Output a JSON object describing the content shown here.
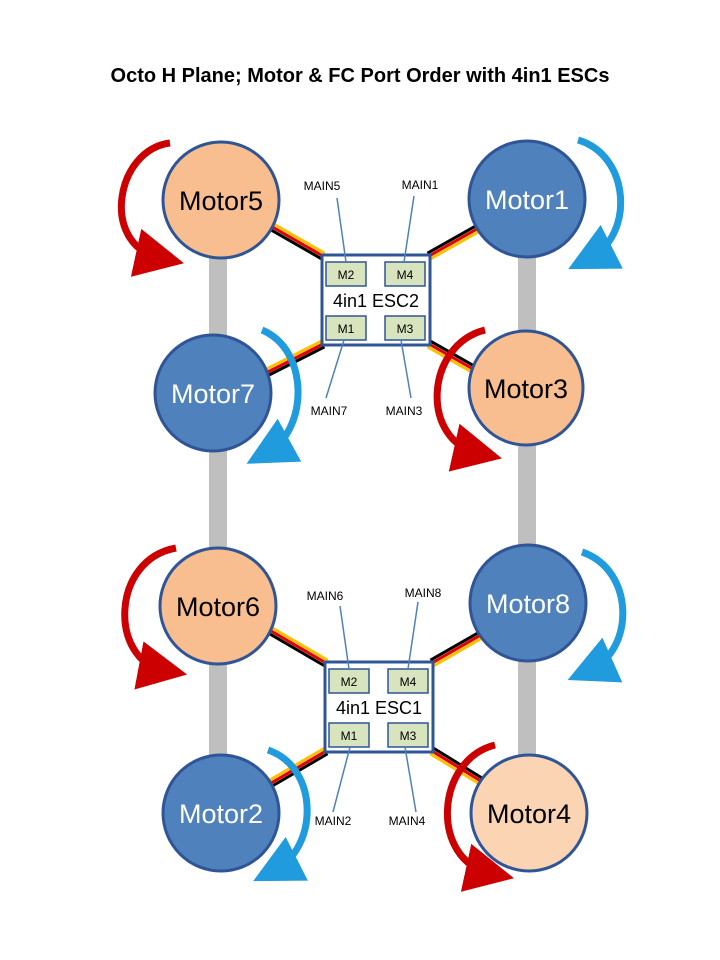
{
  "title": "Octo H Plane;  Motor & FC Port Order with 4in1 ESCs",
  "colors": {
    "cw_motor_fill": "#F9BE8F",
    "ccw_motor_fill": "#4F81BD",
    "motor4_fill": "#FAD4B3",
    "frame_bar": "#BFBFBF",
    "esc_border": "#2F5597",
    "port_fill": "#D7E4BD",
    "arrow_red": "#CC0000",
    "arrow_blue": "#1F9BDE",
    "wire_black": "#000000",
    "wire_red": "#E00000",
    "wire_yellow": "#FFC000",
    "leader_line": "#4F81BD"
  },
  "motors": [
    {
      "id": "motor5",
      "label": "Motor5",
      "type": "orange",
      "arrow": "red"
    },
    {
      "id": "motor1",
      "label": "Motor1",
      "type": "blue",
      "arrow": "blue"
    },
    {
      "id": "motor7",
      "label": "Motor7",
      "type": "blue",
      "arrow": "blue"
    },
    {
      "id": "motor3",
      "label": "Motor3",
      "type": "orange",
      "arrow": "red"
    },
    {
      "id": "motor6",
      "label": "Motor6",
      "type": "orange",
      "arrow": "red"
    },
    {
      "id": "motor8",
      "label": "Motor8",
      "type": "blue",
      "arrow": "blue"
    },
    {
      "id": "motor2",
      "label": "Motor2",
      "type": "blue",
      "arrow": "blue"
    },
    {
      "id": "motor4",
      "label": "Motor4",
      "type": "light",
      "arrow": "red"
    }
  ],
  "escs": [
    {
      "id": "esc2",
      "label": "4in1 ESC2",
      "ports": {
        "m1": "M1",
        "m2": "M2",
        "m3": "M3",
        "m4": "M4"
      },
      "mains": {
        "m1": "MAIN7",
        "m2": "MAIN5",
        "m3": "MAIN3",
        "m4": "MAIN1"
      }
    },
    {
      "id": "esc1",
      "label": "4in1 ESC1",
      "ports": {
        "m1": "M1",
        "m2": "M2",
        "m3": "M3",
        "m4": "M4"
      },
      "mains": {
        "m1": "MAIN2",
        "m2": "MAIN6",
        "m3": "MAIN4",
        "m4": "MAIN8"
      }
    }
  ]
}
